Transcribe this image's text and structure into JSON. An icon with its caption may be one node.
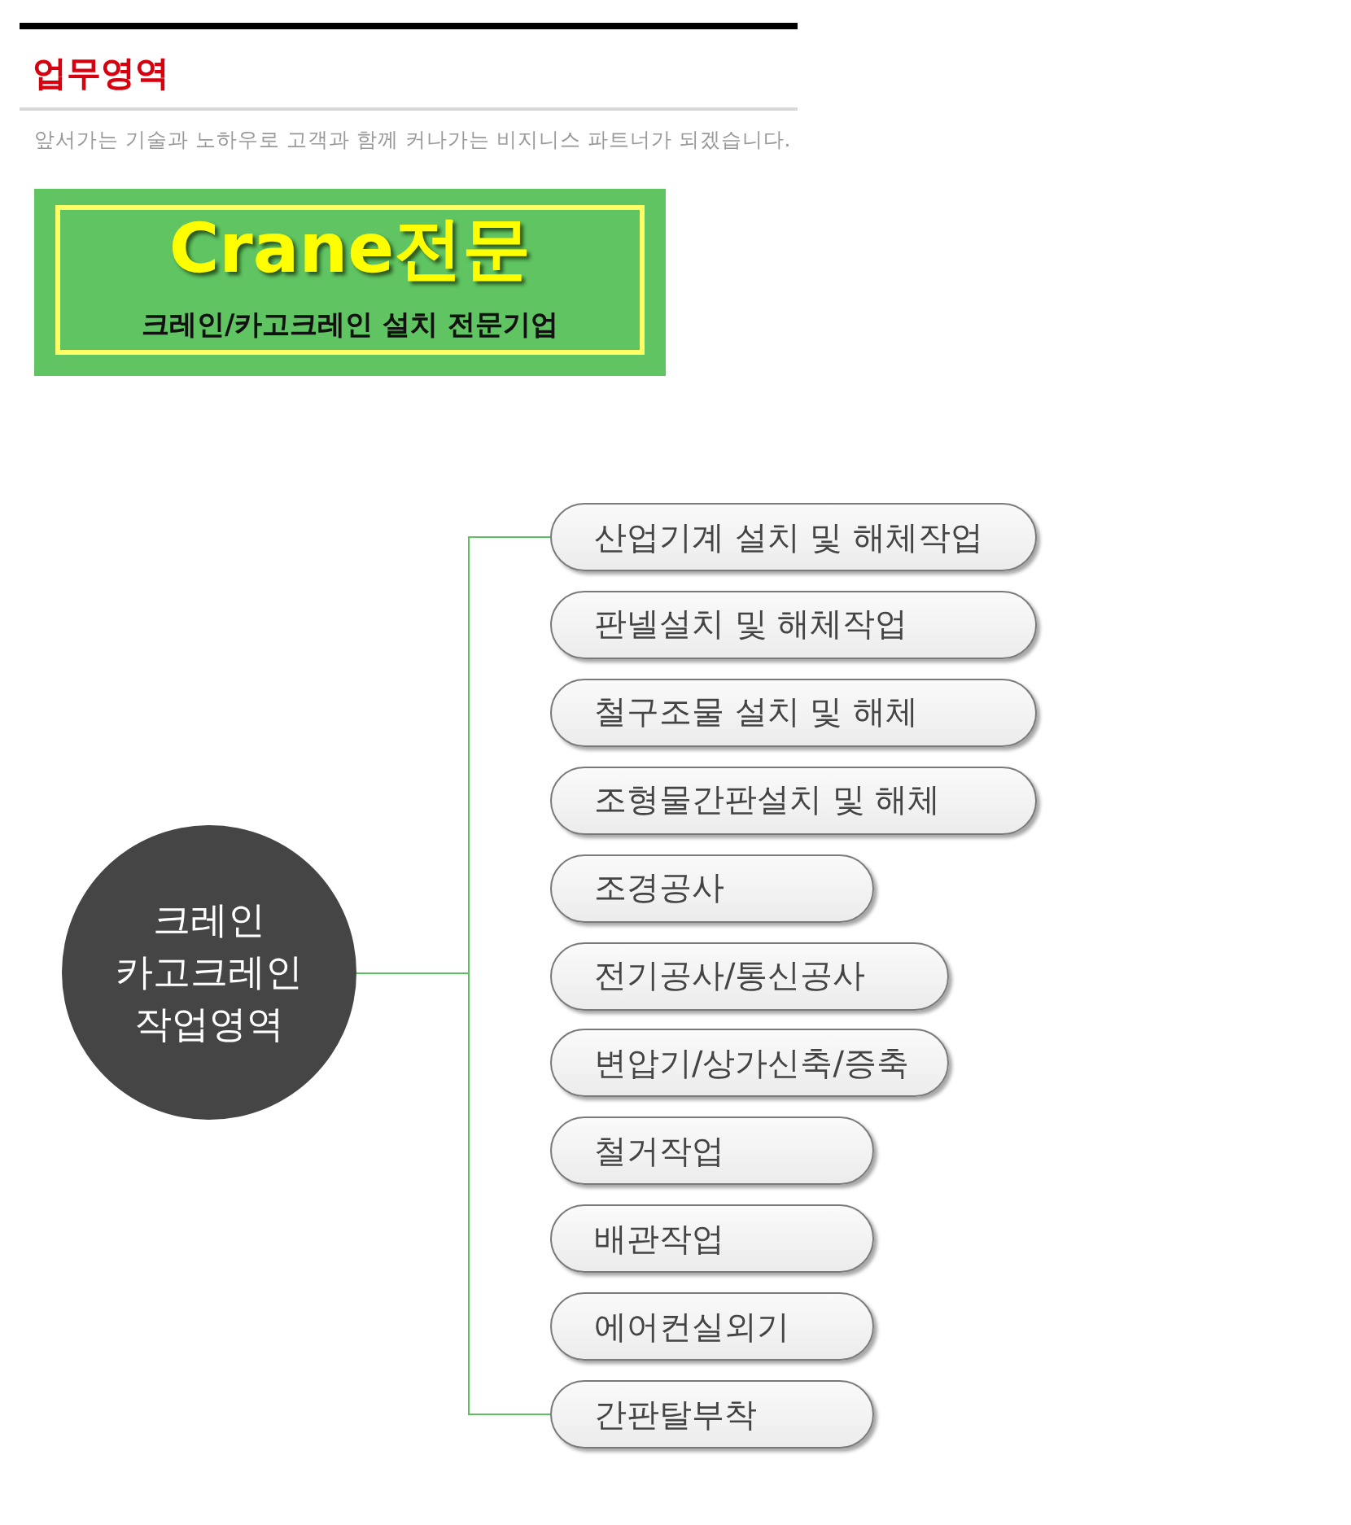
{
  "diagram": {
    "title": "업무영역",
    "nodes": [
      {
        "text": [
          "Crane전문",
          "크레인/카고크레인 설치 전문기업"
        ]
      },
      {
        "text": [
          "크레인 카고크레인 작업영역"
        ]
      },
      {
        "text": [
          "산업기계 설치 및 해체작업"
        ]
      },
      {
        "text": [
          "판넬설치 및 해체작업"
        ]
      },
      {
        "text": [
          "철구조물 설치 및 해체"
        ]
      },
      {
        "text": [
          "조형물간판설치 및 해체"
        ]
      },
      {
        "text": [
          "조경공사"
        ]
      },
      {
        "text": [
          "전기공사/통신공사"
        ]
      },
      {
        "text": [
          "변압기/상가신축/증축"
        ]
      },
      {
        "text": [
          "철거작업"
        ]
      },
      {
        "text": [
          "배관작업"
        ]
      },
      {
        "text": [
          "에어컨실외기"
        ]
      },
      {
        "text": [
          "간판탈부착"
        ]
      }
    ],
    "edges": [
      {
        "from": 1,
        "to": 2,
        "arrow": "none"
      },
      {
        "from": 1,
        "to": 12,
        "arrow": "none"
      }
    ],
    "labels": [
      "앞서가는 기술과 노하우로 고객과 함께 커나가는 비지니스 파트너가 되겠습니다."
    ]
  }
}
